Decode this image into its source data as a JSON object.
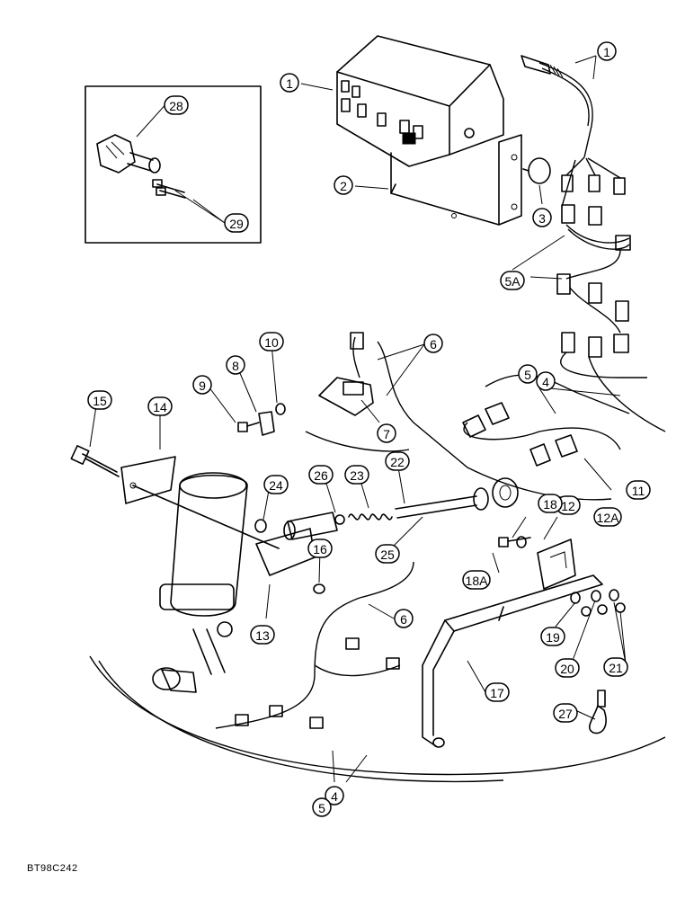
{
  "callouts": [
    {
      "id": "c1a",
      "label": "1"
    },
    {
      "id": "c1b",
      "label": "1"
    },
    {
      "id": "c2",
      "label": "2"
    },
    {
      "id": "c3",
      "label": "3"
    },
    {
      "id": "c4a",
      "label": "4"
    },
    {
      "id": "c4b",
      "label": "4"
    },
    {
      "id": "c5a",
      "label": "5"
    },
    {
      "id": "c5b",
      "label": "5"
    },
    {
      "id": "c5A",
      "label": "5A"
    },
    {
      "id": "c6a",
      "label": "6"
    },
    {
      "id": "c6b",
      "label": "6"
    },
    {
      "id": "c7",
      "label": "7"
    },
    {
      "id": "c8",
      "label": "8"
    },
    {
      "id": "c9",
      "label": "9"
    },
    {
      "id": "c10",
      "label": "10"
    },
    {
      "id": "c11",
      "label": "11"
    },
    {
      "id": "c12",
      "label": "12"
    },
    {
      "id": "c12A",
      "label": "12A"
    },
    {
      "id": "c13",
      "label": "13"
    },
    {
      "id": "c14",
      "label": "14"
    },
    {
      "id": "c15",
      "label": "15"
    },
    {
      "id": "c16",
      "label": "16"
    },
    {
      "id": "c17",
      "label": "17"
    },
    {
      "id": "c18",
      "label": "18"
    },
    {
      "id": "c18A",
      "label": "18A"
    },
    {
      "id": "c19",
      "label": "19"
    },
    {
      "id": "c20",
      "label": "20"
    },
    {
      "id": "c21",
      "label": "21"
    },
    {
      "id": "c22",
      "label": "22"
    },
    {
      "id": "c23",
      "label": "23"
    },
    {
      "id": "c24",
      "label": "24"
    },
    {
      "id": "c25",
      "label": "25"
    },
    {
      "id": "c26",
      "label": "26"
    },
    {
      "id": "c27",
      "label": "27"
    },
    {
      "id": "c28",
      "label": "28"
    },
    {
      "id": "c29",
      "label": "29"
    }
  ],
  "document_code": "BT98C242"
}
